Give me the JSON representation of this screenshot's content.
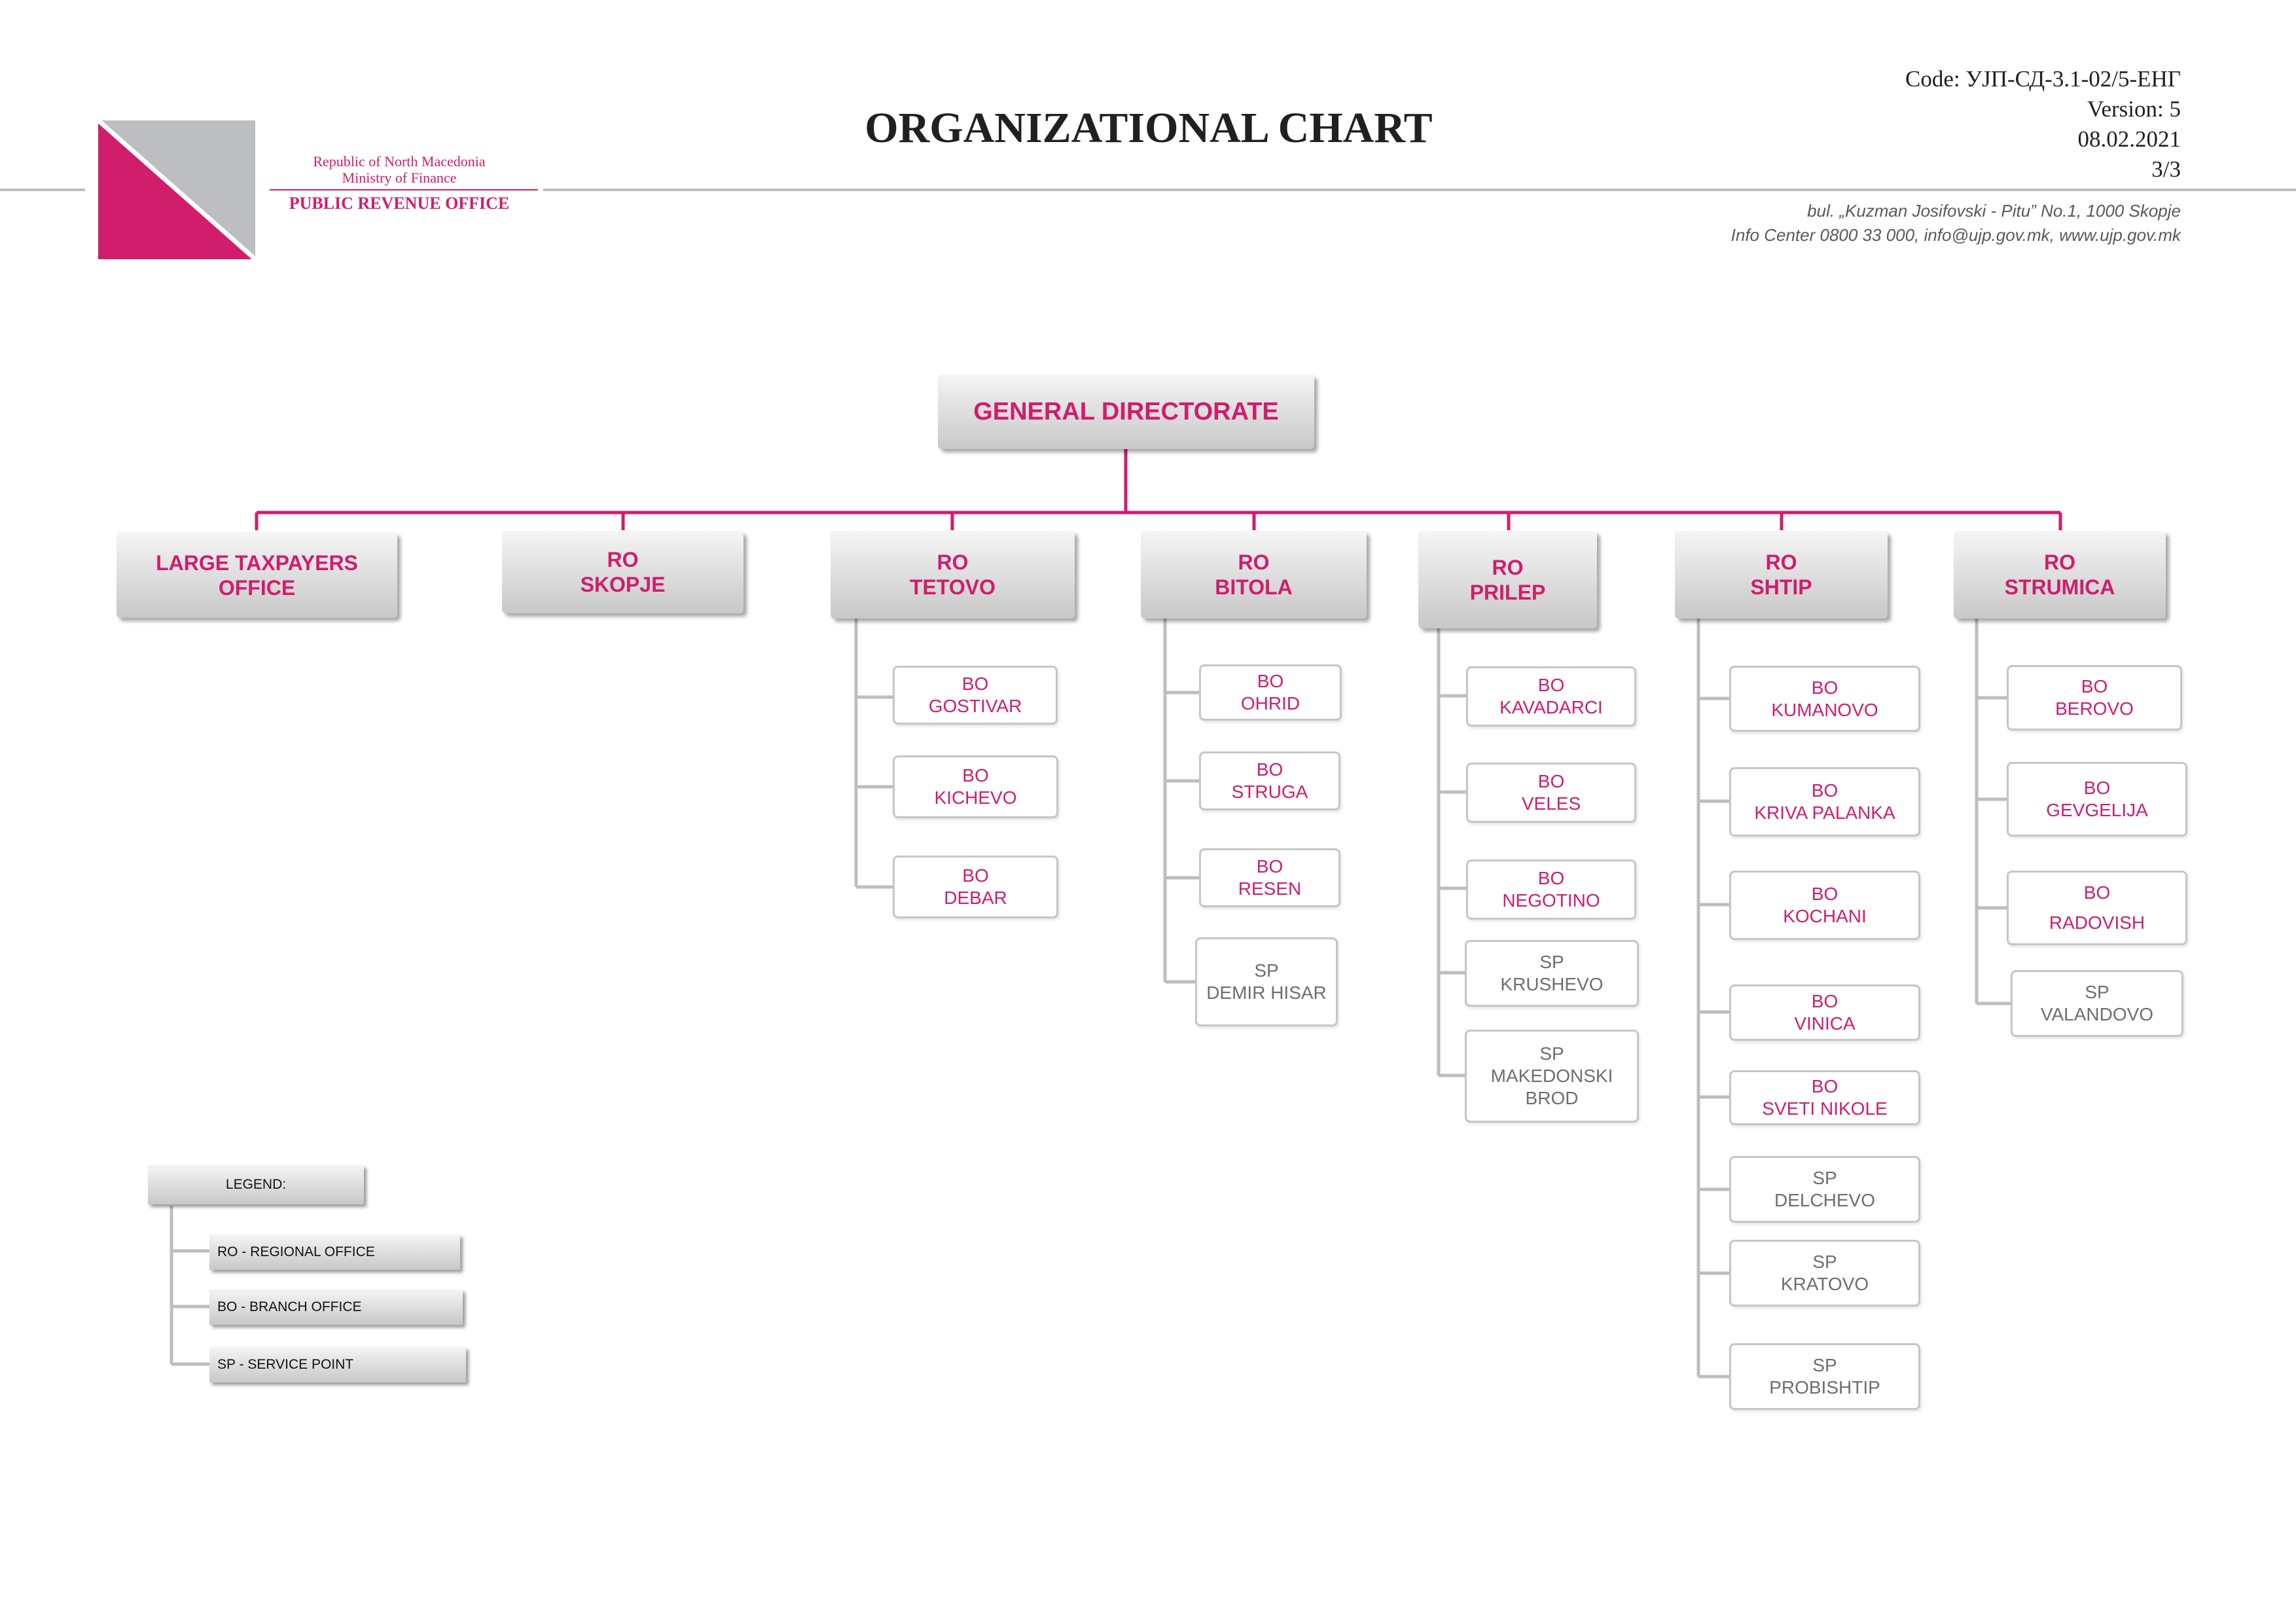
{
  "header": {
    "title": "ORGANIZATIONAL CHART",
    "code": "Code: УЈП-СД-3.1-02/5-ЕНГ",
    "version": "Version: 5",
    "date": "08.02.2021",
    "page": "3/3",
    "address_line1": "bul. „Kuzman Josifovski - Pitu” No.1, 1000 Skopje",
    "address_line2": "Info Center 0800 33 000, info@ujp.gov.mk, www.ujp.gov.mk"
  },
  "org": {
    "line1": "Republic of North Macedonia",
    "line2": "Ministry of Finance",
    "name": "PUBLIC REVENUE OFFICE"
  },
  "colors": {
    "accent": "#d01d6c",
    "gray": "#bcbec1",
    "sp_text": "#6d6e71"
  },
  "root": {
    "label": "GENERAL DIRECTORATE"
  },
  "offices": [
    {
      "l1": "LARGE TAXPAYERS OFFICE",
      "l2": "",
      "children": []
    },
    {
      "l1": "RO",
      "l2": "SKOPJE",
      "children": []
    },
    {
      "l1": "RO",
      "l2": "TETOVO",
      "children": [
        {
          "type": "BO",
          "l1": "BO",
          "l2": "GOSTIVAR"
        },
        {
          "type": "BO",
          "l1": "BO",
          "l2": "KICHEVO"
        },
        {
          "type": "BO",
          "l1": "BO",
          "l2": "DEBAR"
        }
      ]
    },
    {
      "l1": "RO",
      "l2": "BITOLA",
      "children": [
        {
          "type": "BO",
          "l1": "BO",
          "l2": "OHRID"
        },
        {
          "type": "BO",
          "l1": "BO",
          "l2": "STRUGA"
        },
        {
          "type": "BO",
          "l1": "BO",
          "l2": "RESEN"
        },
        {
          "type": "SP",
          "l1": "SP",
          "l2": "DEMIR HISAR"
        }
      ]
    },
    {
      "l1": "RO",
      "l2": "PRILEP",
      "children": [
        {
          "type": "BO",
          "l1": "BO",
          "l2": "KAVADARCI"
        },
        {
          "type": "BO",
          "l1": "BO",
          "l2": "VELES"
        },
        {
          "type": "BO",
          "l1": "BO",
          "l2": "NEGOTINO"
        },
        {
          "type": "SP",
          "l1": "SP",
          "l2": "KRUSHEVO"
        },
        {
          "type": "SP",
          "l1": "SP",
          "l2": "MAKEDONSKI",
          "l3": "BROD"
        }
      ]
    },
    {
      "l1": "RO",
      "l2": "SHTIP",
      "children": [
        {
          "type": "BO",
          "l1": "BO",
          "l2": "KUMANOVO"
        },
        {
          "type": "BO",
          "l1": "BO",
          "l2": "KRIVA PALANKA"
        },
        {
          "type": "BO",
          "l1": "BO",
          "l2": "KOCHANI"
        },
        {
          "type": "BO",
          "l1": "BO",
          "l2": "VINICA"
        },
        {
          "type": "BO",
          "l1": "BO",
          "l2": "SVETI NIKOLE"
        },
        {
          "type": "SP",
          "l1": "SP",
          "l2": "DELCHEVO"
        },
        {
          "type": "SP",
          "l1": "SP",
          "l2": "KRATOVO"
        },
        {
          "type": "SP",
          "l1": "SP",
          "l2": "PROBISHTIP"
        }
      ]
    },
    {
      "l1": "RO",
      "l2": "STRUMICA",
      "children": [
        {
          "type": "BO",
          "l1": "BO",
          "l2": "BEROVO"
        },
        {
          "type": "BO",
          "l1": "BO",
          "l2": "GEVGELIJA"
        },
        {
          "type": "BO",
          "l1": "BO",
          "l2": "RADOVISH"
        },
        {
          "type": "SP",
          "l1": "SP",
          "l2": "VALANDOVO"
        }
      ]
    }
  ],
  "legend": {
    "title": "LEGEND:",
    "items": [
      "RO - REGIONAL OFFICE",
      "BO - BRANCH OFFICE",
      "SP - SERVICE POINT"
    ]
  }
}
